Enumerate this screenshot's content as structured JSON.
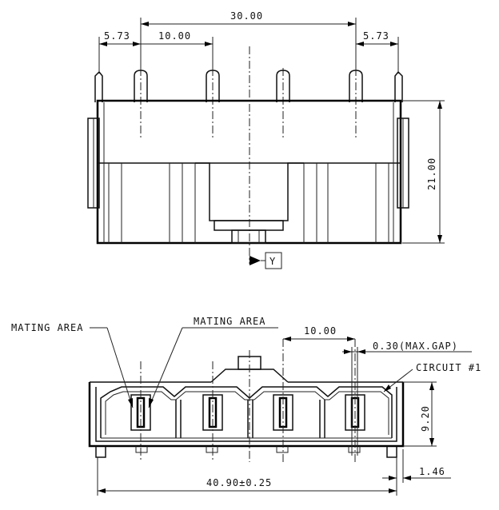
{
  "top_view": {
    "dim_overall": "30.00",
    "dim_left_offset": "5.73",
    "dim_pitch": "10.00",
    "dim_right_offset": "5.73",
    "dim_height": "21.00",
    "datum_label": "Y"
  },
  "front_view": {
    "mating_area_left": "MATING AREA",
    "mating_area_right": "MATING AREA",
    "dim_pitch": "10.00",
    "dim_gap": "0.30(MAX.GAP)",
    "circuit_label": "CIRCUIT #1",
    "dim_height": "9.20",
    "dim_offset": "1.46",
    "dim_width": "40.90±0.25"
  }
}
